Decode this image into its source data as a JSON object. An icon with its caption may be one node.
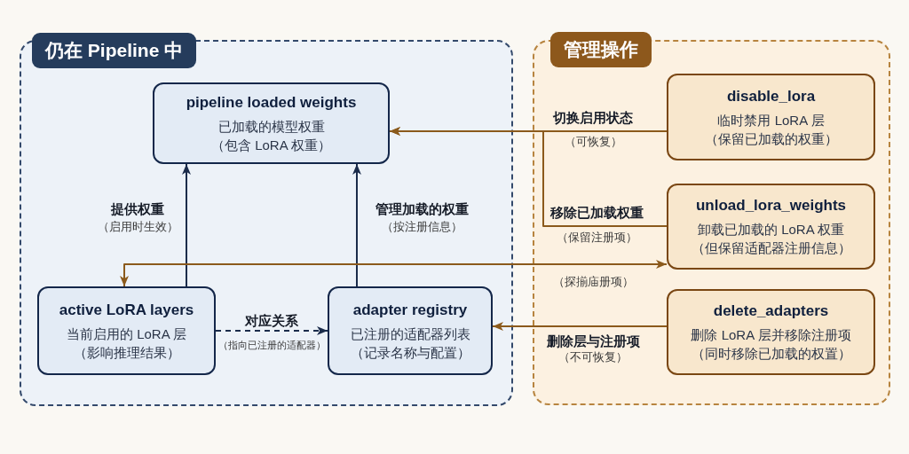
{
  "diagram": {
    "nodes": [
      {
        "text": [
          "仍在 Pipeline 中"
        ]
      },
      {
        "text": [
          "管理操作"
        ]
      },
      {
        "text": [
          "pipeline loaded weights",
          "已加载的模型权重",
          "（包含 LoRA 权重）"
        ],
        "in": 0
      },
      {
        "text": [
          "active LoRA layers",
          "当前启用的 LoRA 层",
          "（影响推理结果）"
        ],
        "in": 0
      },
      {
        "text": [
          "adapter registry",
          "已注册的适配器列表",
          "（记录名称与配置）"
        ],
        "in": 0
      },
      {
        "text": [
          "disable_lora",
          "临时禁用 LoRA 层",
          "（保留已加载的权重）"
        ],
        "in": 1
      },
      {
        "text": [
          "unload_lora_weights",
          "卸载已加载的 LoRA 权重",
          "（但保留适配器注册信息）"
        ],
        "in": 1
      },
      {
        "text": [
          "delete_adapters",
          "删除 LoRA 层并移除注册项",
          "（同时移除已加载的权置）"
        ],
        "in": 1
      }
    ],
    "edges": [
      {
        "from": 3,
        "to": 2,
        "arrow": "to",
        "label": "**提供权重**（启用时生效）",
        "color": "#1b2c4b"
      },
      {
        "from": 4,
        "to": 2,
        "arrow": "to",
        "label": "**管理加载的权重**（按注册信息）",
        "color": "#1b2c4b"
      },
      {
        "from": 3,
        "to": 4,
        "arrow": "to",
        "label": "**对应关系**（指向已注册的适配器）",
        "style": "dashed",
        "color": "#1b2c4b"
      },
      {
        "from": 5,
        "to": 2,
        "arrow": "to",
        "label": "**切换启用状态**（可恢复）"
      },
      {
        "from": 6,
        "to": 2,
        "arrow": "to",
        "label": "**移除已加载权重**（保留注册项）"
      },
      {
        "from": 6,
        "to": 3,
        "arrow": "both",
        "label": "（探揃庙册项）"
      },
      {
        "from": 7,
        "to": 4,
        "arrow": "to",
        "label": "**删除层与注册项**（不可恢复）"
      }
    ]
  }
}
